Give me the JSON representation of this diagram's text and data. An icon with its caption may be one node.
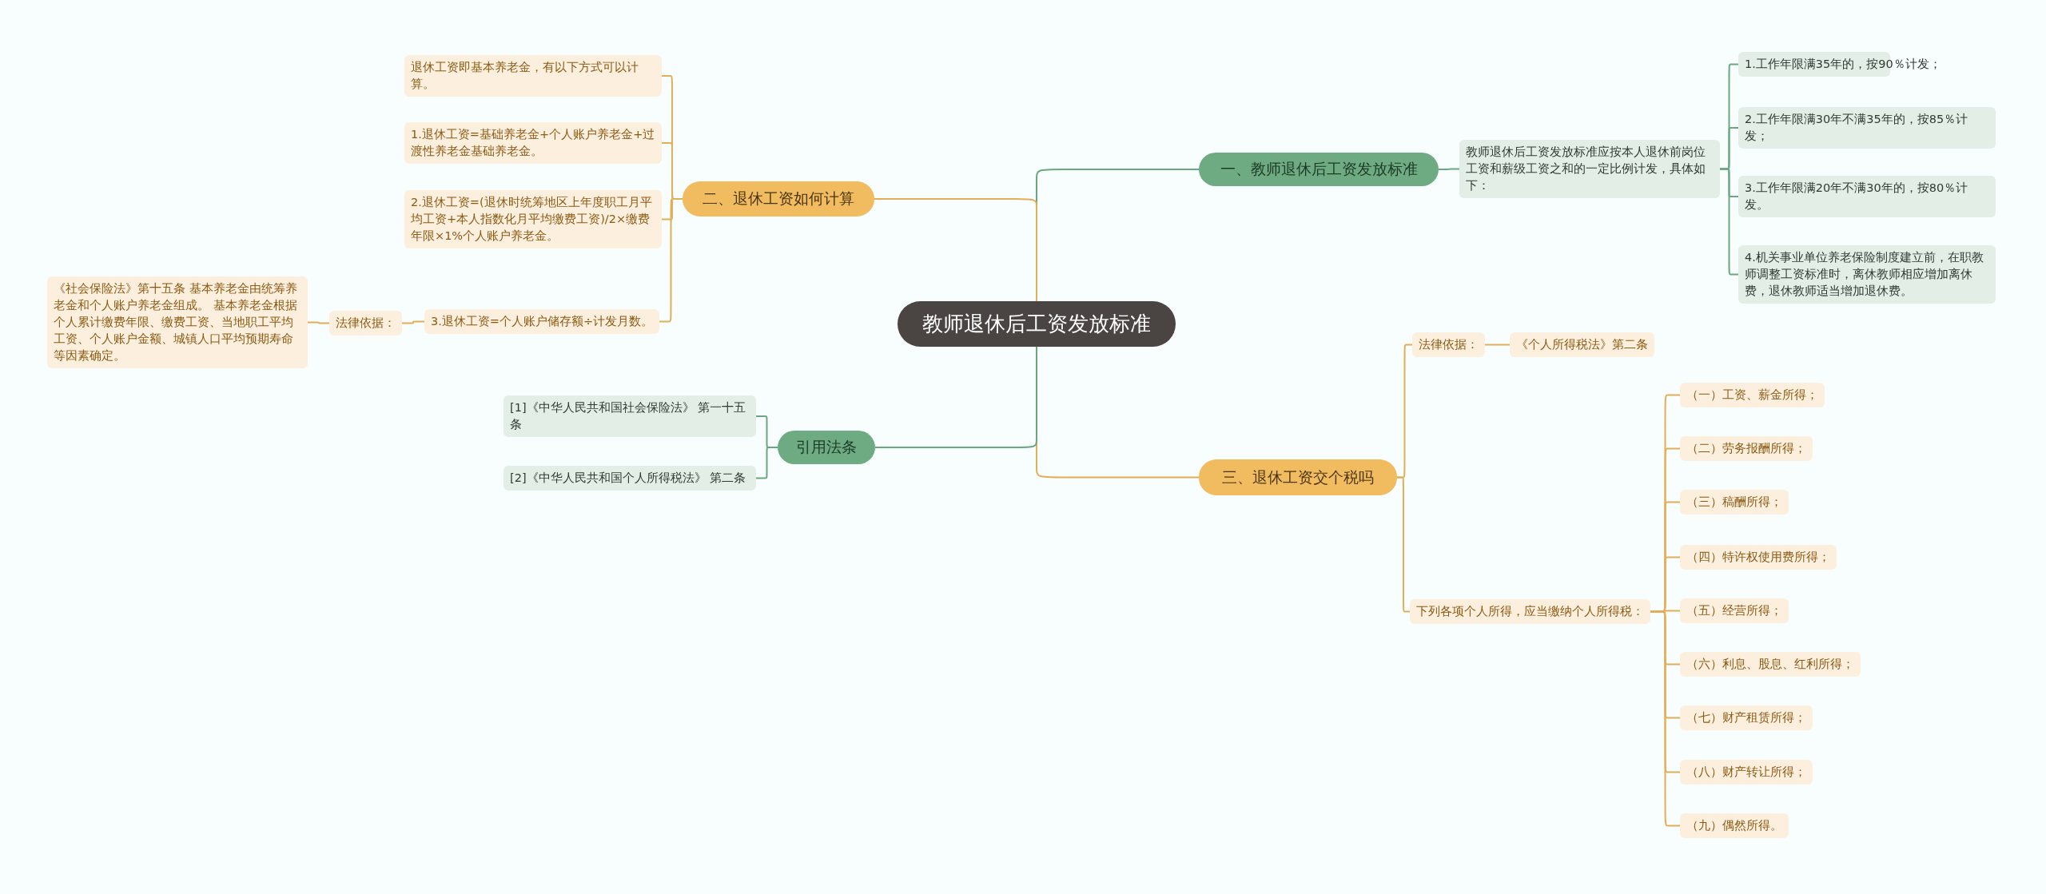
{
  "diagram": {
    "nodes": [
      {
        "text": [
          "教师退休后工资发放标准"
        ]
      },
      {
        "text": [
          "一、教师退休后工资发放标准"
        ]
      },
      {
        "text": [
          "教师退休后工资发放标准应按本人退休前岗位工资和薪级工资之和的一定比例计发，具体如下："
        ]
      },
      {
        "text": [
          "1.工作年限满35年的，按90％计发；"
        ]
      },
      {
        "text": [
          "2.工作年限满30年不满35年的，按85％计发；"
        ]
      },
      {
        "text": [
          "3.工作年限满20年不满30年的，按80％计发。"
        ]
      },
      {
        "text": [
          "4.机关事业单位养老保险制度建立前，在职教师调整工资标准时，离休教师相应增加离休费，退休教师适当增加退休费。"
        ]
      },
      {
        "text": [
          "三、退休工资交个税吗"
        ]
      },
      {
        "text": [
          "法律依据："
        ]
      },
      {
        "text": [
          "《个人所得税法》第二条"
        ]
      },
      {
        "text": [
          "下列各项个人所得，应当缴纳个人所得税："
        ]
      },
      {
        "text": [
          "（一）工资、薪金所得；"
        ]
      },
      {
        "text": [
          "（二）劳务报酬所得；"
        ]
      },
      {
        "text": [
          "（三）稿酬所得；"
        ]
      },
      {
        "text": [
          "（四）特许权使用费所得；"
        ]
      },
      {
        "text": [
          "（五）经营所得；"
        ]
      },
      {
        "text": [
          "（六）利息、股息、红利所得；"
        ]
      },
      {
        "text": [
          "（七）财产租赁所得；"
        ]
      },
      {
        "text": [
          "（八）财产转让所得；"
        ]
      },
      {
        "text": [
          "（九）偶然所得。"
        ]
      },
      {
        "text": [
          "二、退休工资如何计算"
        ]
      },
      {
        "text": [
          "退休工资即基本养老金，有以下方式可以计算。"
        ]
      },
      {
        "text": [
          "1.退休工资=基础养老金+个人账户养老金+过渡性养老金基础养老金。"
        ]
      },
      {
        "text": [
          "2.退休工资=(退休时统筹地区上年度职工月平均工资+本人指数化月平均缴费工资)/2×缴费年限×1%个人账户养老金。"
        ]
      },
      {
        "text": [
          "3.退休工资=个人账户储存额÷计发月数。"
        ]
      },
      {
        "text": [
          "法律依据："
        ]
      },
      {
        "text": [
          "《社会保险法》第十五条 基本养老金由统筹养老金和个人账户养老金组成。 基本养老金根据个人累计缴费年限、缴费工资、当地职工平均工资、个人账户金额、城镇人口平均预期寿命等因素确定。"
        ]
      },
      {
        "text": [
          "引用法条"
        ]
      },
      {
        "text": [
          "[1]《中华人民共和国社会保险法》 第一十五条"
        ]
      },
      {
        "text": [
          "[2]《中华人民共和国个人所得税法》 第二条"
        ]
      }
    ],
    "edges": [
      {
        "from": 0,
        "to": 1,
        "arrow": "none",
        "color": "#6aa77e"
      },
      {
        "from": 1,
        "to": 2,
        "arrow": "none",
        "color": "#6aa77e"
      },
      {
        "from": 2,
        "to": 3,
        "arrow": "none",
        "color": "#6aa77e"
      },
      {
        "from": 2,
        "to": 4,
        "arrow": "none",
        "color": "#6aa77e"
      },
      {
        "from": 2,
        "to": 5,
        "arrow": "none",
        "color": "#6aa77e"
      },
      {
        "from": 2,
        "to": 6,
        "arrow": "none",
        "color": "#6aa77e"
      },
      {
        "from": 0,
        "to": 7,
        "arrow": "none"
      },
      {
        "from": 7,
        "to": 8,
        "arrow": "none"
      },
      {
        "from": 8,
        "to": 9,
        "arrow": "none"
      },
      {
        "from": 7,
        "to": 10,
        "arrow": "none"
      },
      {
        "from": 10,
        "to": 11,
        "arrow": "none"
      },
      {
        "from": 10,
        "to": 12,
        "arrow": "none"
      },
      {
        "from": 10,
        "to": 13,
        "arrow": "none"
      },
      {
        "from": 10,
        "to": 14,
        "arrow": "none"
      },
      {
        "from": 10,
        "to": 15,
        "arrow": "none"
      },
      {
        "from": 10,
        "to": 16,
        "arrow": "none"
      },
      {
        "from": 10,
        "to": 17,
        "arrow": "none"
      },
      {
        "from": 10,
        "to": 18,
        "arrow": "none"
      },
      {
        "from": 10,
        "to": 19,
        "arrow": "none"
      },
      {
        "from": 0,
        "to": 20,
        "arrow": "none"
      },
      {
        "from": 20,
        "to": 21,
        "arrow": "none"
      },
      {
        "from": 20,
        "to": 22,
        "arrow": "none"
      },
      {
        "from": 20,
        "to": 23,
        "arrow": "none"
      },
      {
        "from": 20,
        "to": 24,
        "arrow": "none"
      },
      {
        "from": 24,
        "to": 25,
        "arrow": "none"
      },
      {
        "from": 25,
        "to": 26,
        "arrow": "none"
      },
      {
        "from": 0,
        "to": 27,
        "arrow": "none",
        "color": "#6aa77e"
      },
      {
        "from": 27,
        "to": 28,
        "arrow": "none",
        "color": "#6aa77e"
      },
      {
        "from": 27,
        "to": 29,
        "arrow": "none",
        "color": "#6aa77e"
      }
    ]
  }
}
